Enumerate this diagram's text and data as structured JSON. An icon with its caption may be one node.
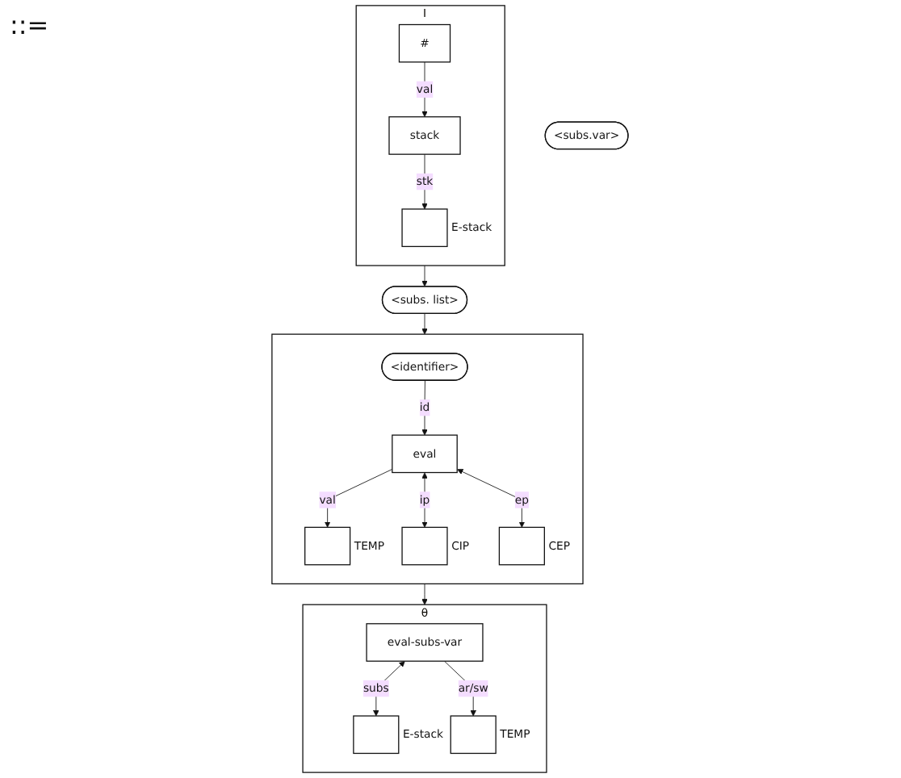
{
  "diagram": {
    "nodes": [
      {
        "text": [
          "<subs.var>"
        ]
      },
      {
        "text": [],
        "shape": "box",
        "beside": [
          "I"
        ]
      },
      {
        "text": [
          "stack"
        ],
        "in": 1
      },
      {
        "text": [],
        "shape": "box",
        "in": 1,
        "beside": [
          "E-stack"
        ]
      },
      {
        "text": [
          "#"
        ],
        "in": 1
      },
      {
        "text": [
          "<subs. list>"
        ]
      },
      {
        "text": [],
        "shape": "box"
      },
      {
        "text": [
          "eval"
        ],
        "in": 6
      },
      {
        "text": [
          "<identifier>"
        ],
        "in": 6
      },
      {
        "text": [],
        "shape": "box",
        "in": 6,
        "beside": [
          "TEMP"
        ]
      },
      {
        "text": [],
        "shape": "box",
        "in": 6,
        "beside": [
          "CIP"
        ]
      },
      {
        "text": [],
        "shape": "box",
        "in": 6,
        "beside": [
          "CEP"
        ]
      },
      {
        "text": [],
        "shape": "box",
        "beside": [
          "θ"
        ]
      },
      {
        "text": [
          "eval-subs-var"
        ],
        "in": 12
      },
      {
        "text": [],
        "shape": "box",
        "in": 12,
        "beside": [
          "E-stack"
        ]
      },
      {
        "text": [],
        "shape": "box",
        "in": 12,
        "beside": [
          "TEMP"
        ]
      }
    ],
    "edges": [
      {
        "from": 2,
        "to": 3,
        "arrow": "to",
        "label": "stk"
      },
      {
        "from": 4,
        "to": 2,
        "arrow": "to",
        "label": "val"
      },
      {
        "from": 1,
        "to": 5,
        "arrow": "to"
      },
      {
        "from": 5,
        "to": 6,
        "arrow": "to"
      },
      {
        "from": 8,
        "to": 7,
        "arrow": "to",
        "label": "id"
      },
      {
        "from": 7,
        "to": 9,
        "arrow": "to",
        "label": "val"
      },
      {
        "from": 7,
        "to": 10,
        "arrow": "both",
        "label": "ip"
      },
      {
        "from": 7,
        "to": 11,
        "arrow": "both",
        "label": "ep"
      },
      {
        "from": 6,
        "to": 12,
        "arrow": "to"
      },
      {
        "from": 13,
        "to": 14,
        "arrow": "both",
        "label": "subs"
      },
      {
        "from": 13,
        "to": 15,
        "arrow": "to",
        "label": "ar/sw"
      }
    ],
    "labels": [
      "::="
    ]
  }
}
